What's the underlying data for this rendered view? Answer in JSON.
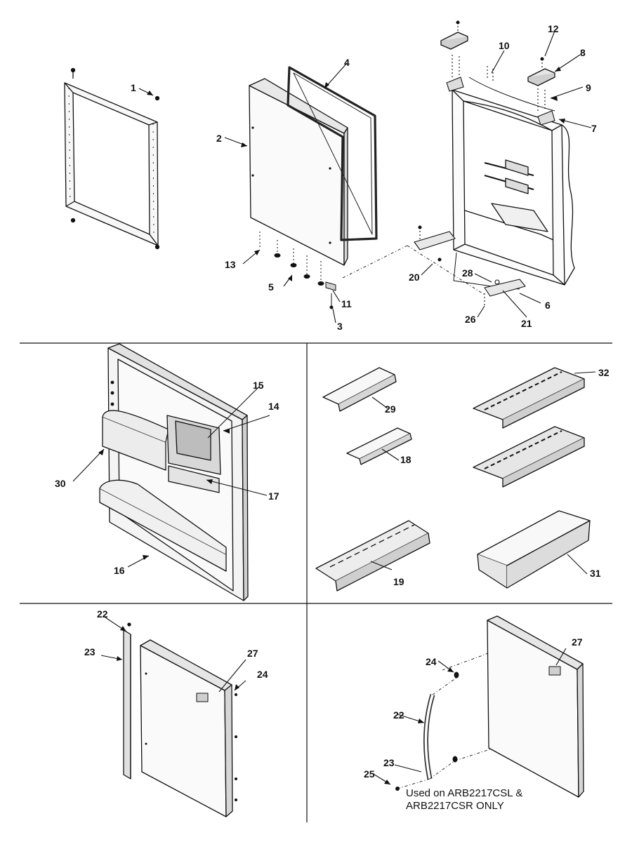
{
  "callouts": {
    "c1": "1",
    "c2": "2",
    "c3": "3",
    "c4": "4",
    "c5": "5",
    "c6": "6",
    "c7": "7",
    "c8": "8",
    "c9": "9",
    "c10": "10",
    "c11": "11",
    "c12": "12",
    "c13": "13",
    "c14": "14",
    "c15": "15",
    "c16": "16",
    "c17": "17",
    "c18": "18",
    "c19": "19",
    "c20": "20",
    "c21": "21",
    "c22a": "22",
    "c22b": "22",
    "c23a": "23",
    "c23b": "23",
    "c24a": "24",
    "c24b": "24",
    "c25": "25",
    "c26": "26",
    "c27a": "27",
    "c27b": "27",
    "c28": "28",
    "c29": "29",
    "c30": "30",
    "c31": "31",
    "c32": "32"
  },
  "note": {
    "line1": "Used on ARB2217CSL &",
    "line2": "ARB2217CSR ONLY"
  },
  "colors": {
    "ink": "#111111",
    "fill_light": "#f2f2f2",
    "fill_mid": "#d9d9d9"
  }
}
